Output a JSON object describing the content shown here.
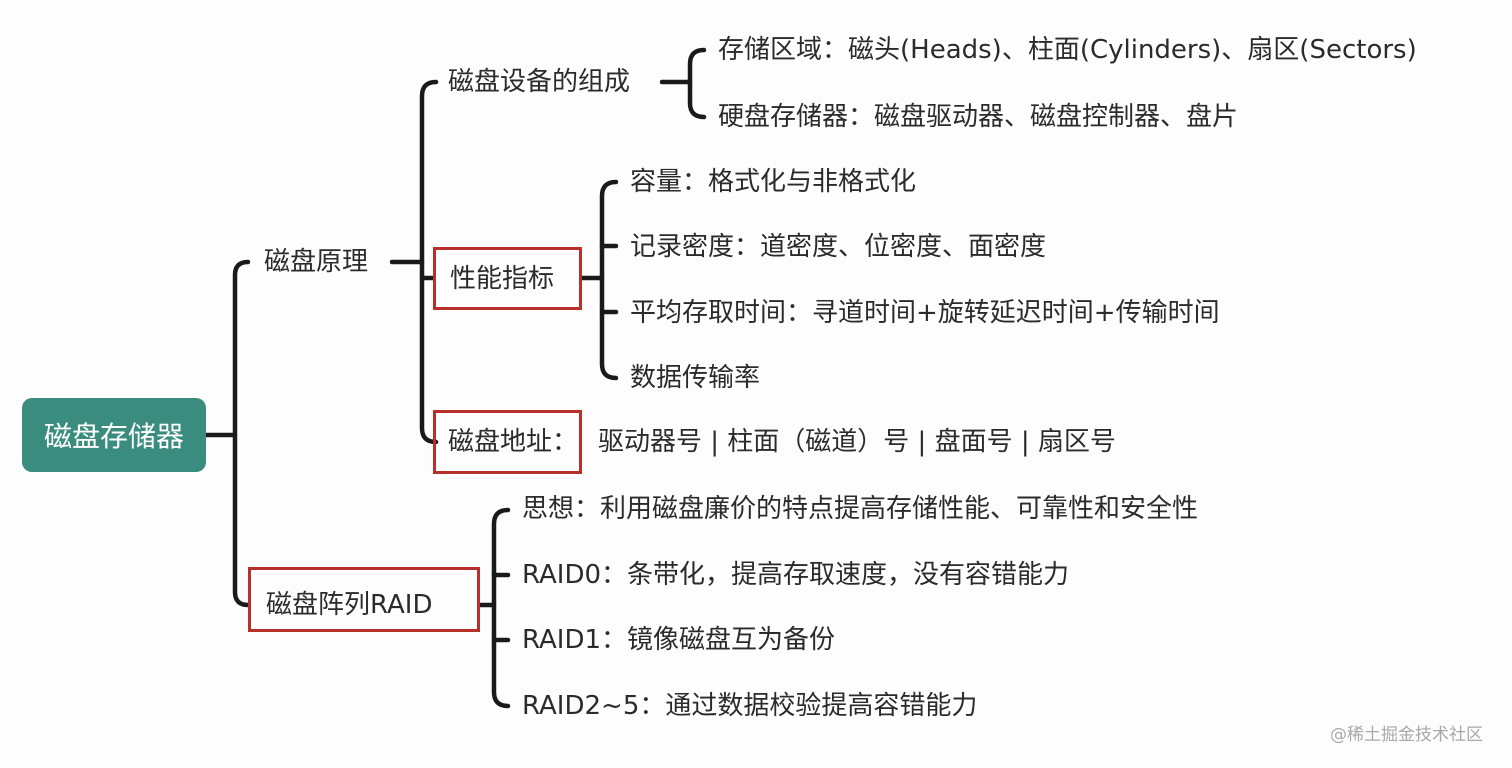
{
  "root": "磁盘存储器",
  "branches": {
    "principle": {
      "label": "磁盘原理",
      "composition": {
        "label": "磁盘设备的组成",
        "items": [
          "存储区域：磁头(Heads)、柱面(Cylinders)、扇区(Sectors)",
          "硬盘存储器：磁盘驱动器、磁盘控制器、盘片"
        ]
      },
      "performance": {
        "label": "性能指标",
        "items": [
          "容量：格式化与非格式化",
          "记录密度：道密度、位密度、面密度",
          "平均存取时间：寻道时间+旋转延迟时间+传输时间",
          "数据传输率"
        ]
      },
      "address": {
        "label": "磁盘地址：",
        "value": "驱动器号 | 柱面（磁道）号 | 盘面号 | 扇区号"
      }
    },
    "raid": {
      "label": "磁盘阵列RAID",
      "items": [
        "思想：利用磁盘廉价的特点提高存储性能、可靠性和安全性",
        "RAID0：条带化，提高存取速度，没有容错能力",
        "RAID1：镜像磁盘互为备份",
        "RAID2~5：通过数据校验提高容错能力"
      ]
    }
  },
  "watermark": "@稀土掘金技术社区",
  "colors": {
    "root_fill": "#3a8c7e",
    "highlight_border": "#b8302a",
    "connector": "#1a1a1a",
    "text": "#2b2b2b"
  }
}
